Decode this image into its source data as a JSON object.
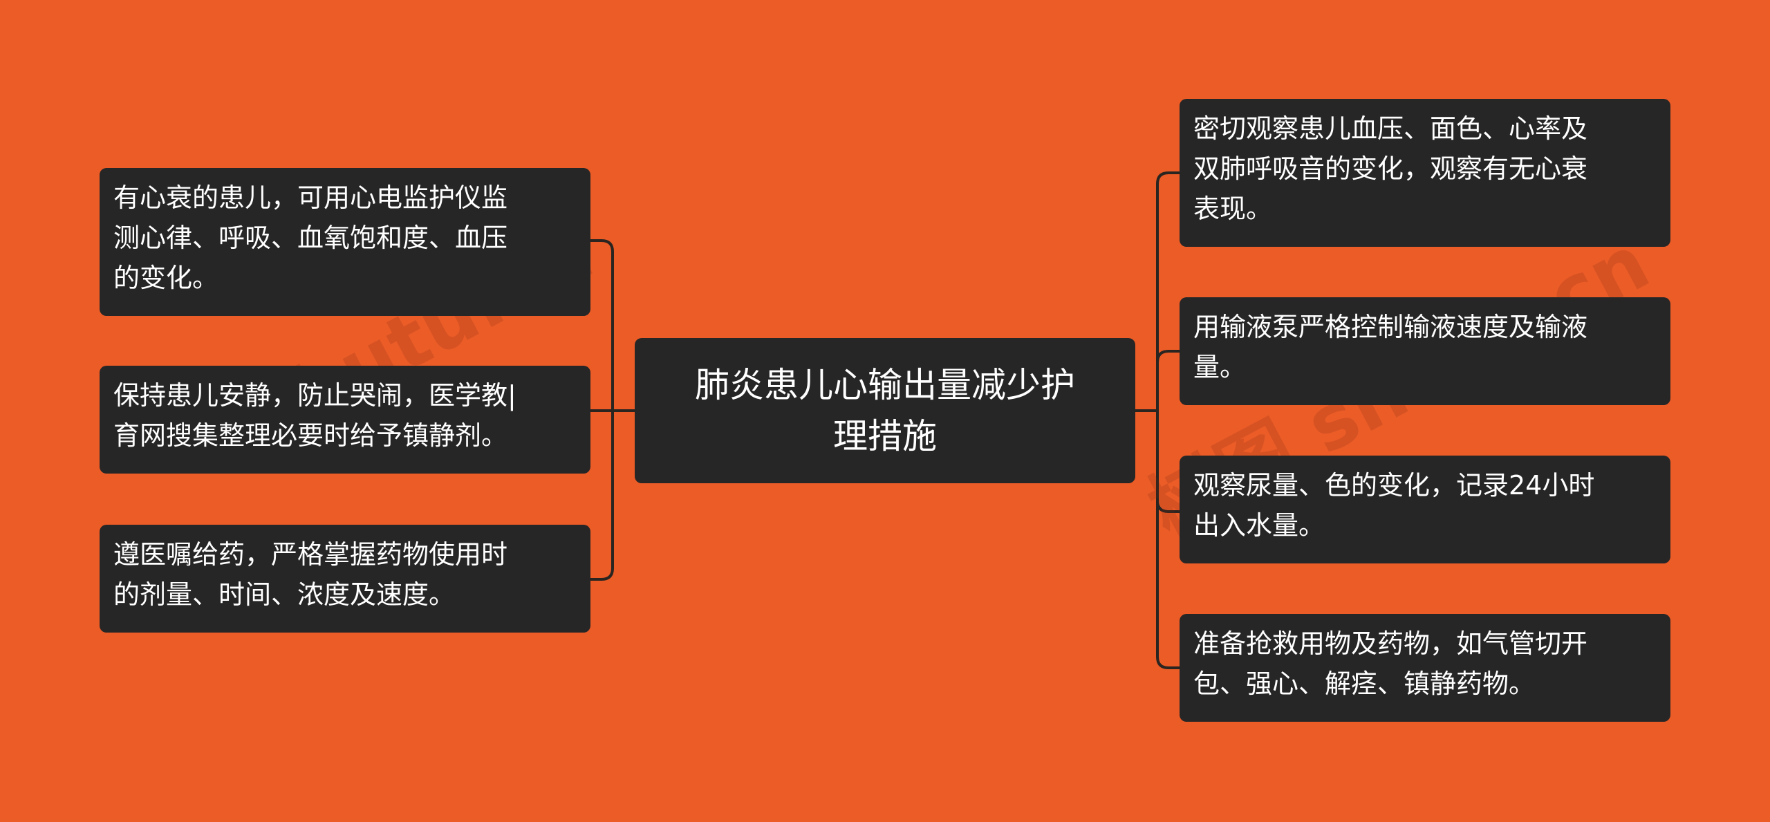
{
  "background_color": "#EB5C27",
  "node_color": "#262626",
  "watermark": {
    "text_left": "shutu.cn",
    "text_right": "树图 shutu.cn"
  },
  "center": {
    "text": "肺炎患儿心输出量减少护\n理措施"
  },
  "left_nodes": [
    {
      "text": "有心衰的患儿，可用心电监护仪监\n测心律、呼吸、血氧饱和度、血压\n的变化。"
    },
    {
      "text": "保持患儿安静，防止哭闹，医学教|\n育网搜集整理必要时给予镇静剂。"
    },
    {
      "text": "遵医嘱给药，严格掌握药物使用时\n的剂量、时间、浓度及速度。"
    }
  ],
  "right_nodes": [
    {
      "text": "密切观察患儿血压、面色、心率及\n双肺呼吸音的变化，观察有无心衰\n表现。"
    },
    {
      "text": "用输液泵严格控制输液速度及输液\n量。"
    },
    {
      "text": "观察尿量、色的变化，记录24小时\n出入水量。"
    },
    {
      "text": "准备抢救用物及药物，如气管切开\n包、强心、解痉、镇静药物。"
    }
  ]
}
